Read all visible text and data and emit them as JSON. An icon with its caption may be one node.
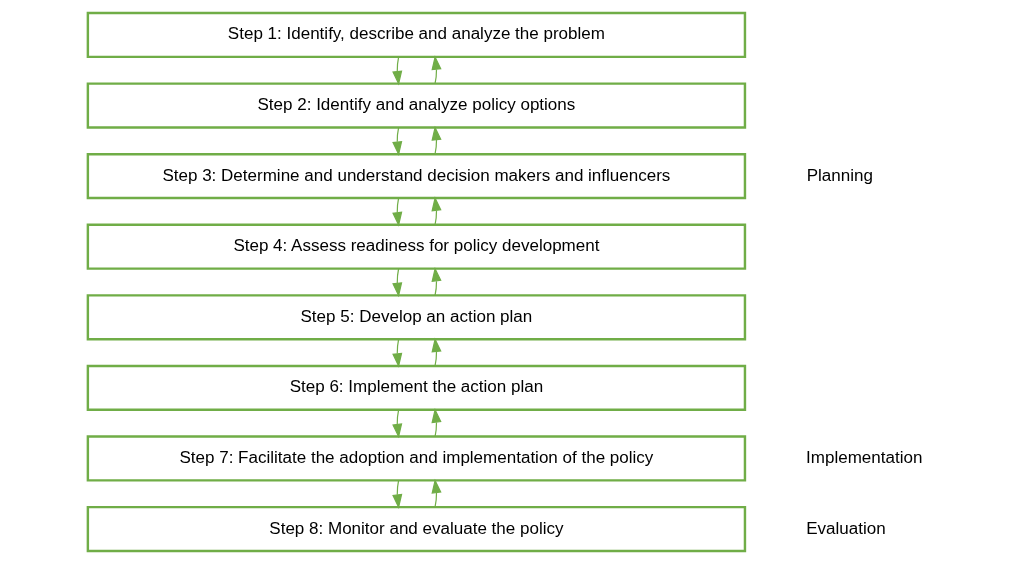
{
  "diagram": {
    "nodes": [
      {
        "text": [
          "Step 1: Identify, describe and analyze the problem"
        ]
      },
      {
        "text": [
          "Step 2: Identify and analyze policy options"
        ]
      },
      {
        "text": [
          "Step 3: Determine and understand decision makers and influencers"
        ]
      },
      {
        "text": [
          "Step 4: Assess readiness for policy development"
        ]
      },
      {
        "text": [
          "Step 5: Develop an action plan"
        ]
      },
      {
        "text": [
          "Step 6: Implement the action plan"
        ]
      },
      {
        "text": [
          "Step 7: Facilitate the adoption and implementation of the policy"
        ]
      },
      {
        "text": [
          "Step 8: Monitor and evaluate the policy"
        ]
      }
    ],
    "edges": [
      {
        "from": 0,
        "to": 1,
        "arrow": "to"
      },
      {
        "from": 1,
        "to": 0,
        "arrow": "to"
      },
      {
        "from": 1,
        "to": 2,
        "arrow": "to"
      },
      {
        "from": 2,
        "to": 1,
        "arrow": "to"
      },
      {
        "from": 2,
        "to": 3,
        "arrow": "to"
      },
      {
        "from": 3,
        "to": 2,
        "arrow": "to"
      },
      {
        "from": 3,
        "to": 4,
        "arrow": "to"
      },
      {
        "from": 4,
        "to": 3,
        "arrow": "to"
      },
      {
        "from": 4,
        "to": 5,
        "arrow": "to"
      },
      {
        "from": 5,
        "to": 4,
        "arrow": "to"
      },
      {
        "from": 5,
        "to": 6,
        "arrow": "to"
      },
      {
        "from": 6,
        "to": 5,
        "arrow": "to"
      },
      {
        "from": 6,
        "to": 7,
        "arrow": "to"
      },
      {
        "from": 7,
        "to": 6,
        "arrow": "to"
      }
    ],
    "labels": [
      "Planning",
      "Implementation",
      "Evaluation"
    ]
  }
}
